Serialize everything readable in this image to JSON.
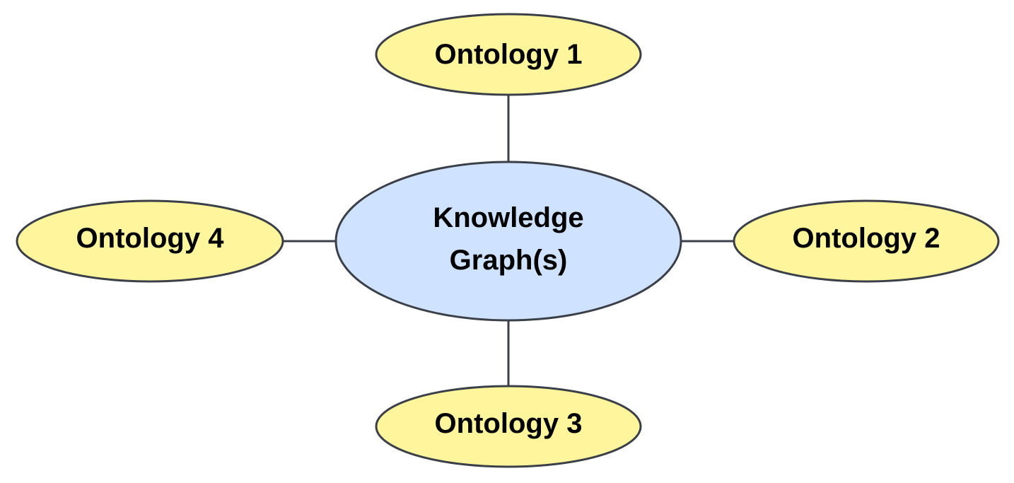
{
  "colors": {
    "hub_fill": "#cfe2ff",
    "spoke_fill": "#fff59d",
    "stroke": "#3b4048",
    "text": "#000000"
  },
  "hub": {
    "line1": "Knowledge",
    "line2": "Graph(s)"
  },
  "spokes": [
    {
      "id": "top",
      "label": "Ontology 1"
    },
    {
      "id": "right",
      "label": "Ontology 2"
    },
    {
      "id": "bottom",
      "label": "Ontology 3"
    },
    {
      "id": "left",
      "label": "Ontology 4"
    }
  ]
}
